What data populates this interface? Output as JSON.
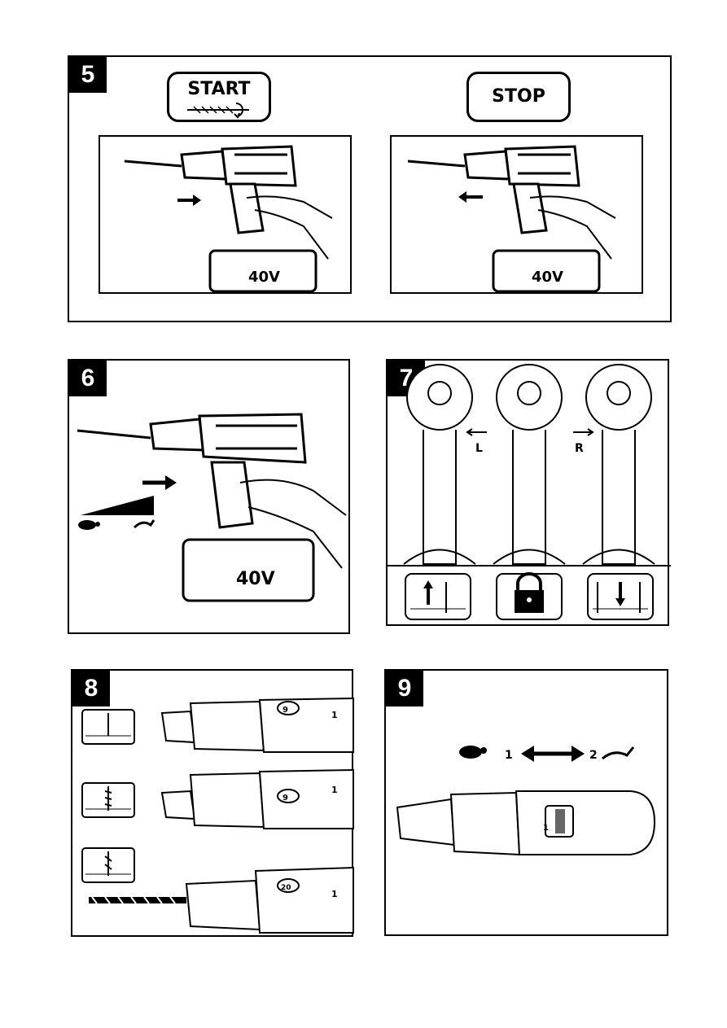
{
  "steps": {
    "s5": "5",
    "s6": "6",
    "s7": "7",
    "s8": "8",
    "s9": "9"
  },
  "step5": {
    "start_label": "START",
    "stop_label": "STOP",
    "battery_label": "40V"
  },
  "step6": {
    "battery_label": "40V"
  },
  "step7": {
    "left_label": "L",
    "right_label": "R"
  },
  "step8": {
    "dial_1": "9",
    "dial_2": "9",
    "dial_3": "20",
    "gear_marker": "1"
  },
  "step9": {
    "speed_low": "1",
    "speed_high": "2",
    "gear_marker": "1"
  }
}
